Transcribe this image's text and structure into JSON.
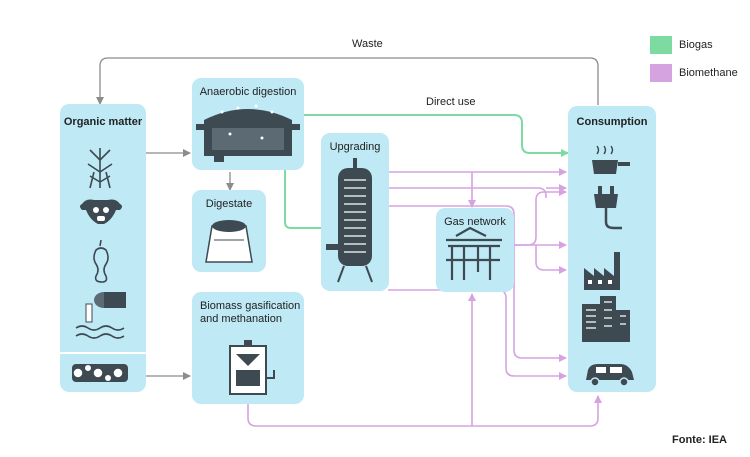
{
  "boxes": {
    "organic_matter": "Organic matter",
    "anaerobic_digestion": "Anaerobic digestion",
    "digestate": "Digestate",
    "biomass_gasification_line1": "Biomass gasification",
    "biomass_gasification_line2": "and methanation",
    "upgrading": "Upgrading",
    "gas_network": "Gas network",
    "consumption": "Consumption"
  },
  "flow_labels": {
    "waste": "Waste",
    "direct_use": "Direct use"
  },
  "legend": [
    {
      "label": "Biogas",
      "color": "#7ddba1"
    },
    {
      "label": "Biomethane",
      "color": "#d5a3e0"
    }
  ],
  "source": "Fonte: IEA",
  "colors": {
    "box_fill": "#bfe9f5",
    "biogas": "#7ddba1",
    "biomethane": "#d5a3e0",
    "neutral_arrow": "#8c8c8c"
  }
}
